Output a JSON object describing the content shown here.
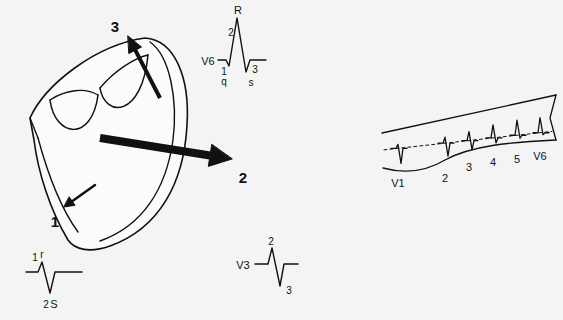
{
  "diagram": {
    "labels": [
      "R",
      "3",
      "2",
      "V6",
      "1",
      "q",
      "3",
      "s",
      "1",
      "2",
      "V1",
      "2",
      "3",
      "4",
      "5",
      "V6",
      "1",
      "r",
      "2",
      "S",
      "V3",
      "2",
      "3"
    ]
  }
}
